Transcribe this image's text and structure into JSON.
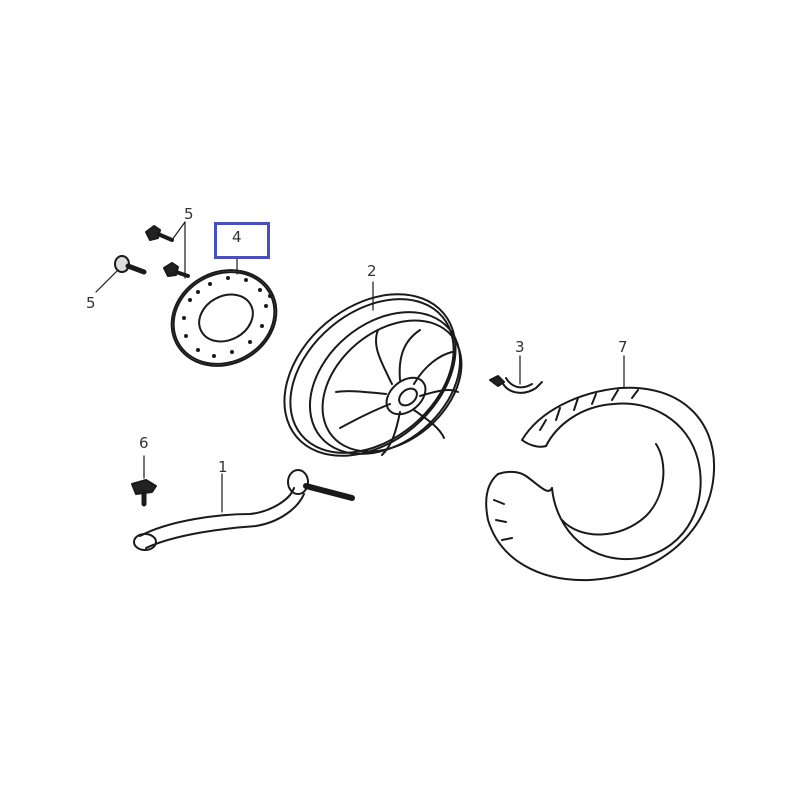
{
  "diagram": {
    "type": "exploded-parts-diagram",
    "subject": "rear wheel assembly",
    "highlight_color": "#4a4fbf",
    "line_color": "#1a1a1a",
    "highlighted_part": "4",
    "callouts": [
      {
        "id": "c1",
        "text": "1",
        "part": "swing-arm / axle lever"
      },
      {
        "id": "c2",
        "text": "2",
        "part": "wheel rim"
      },
      {
        "id": "c3",
        "text": "3",
        "part": "valve / clip"
      },
      {
        "id": "c4",
        "text": "4",
        "part": "brake disc"
      },
      {
        "id": "c5a",
        "text": "5",
        "part": "disc bolt"
      },
      {
        "id": "c5b",
        "text": "5",
        "part": "disc bolt"
      },
      {
        "id": "c6",
        "text": "6",
        "part": "flange bolt"
      },
      {
        "id": "c7",
        "text": "7",
        "part": "tire"
      }
    ]
  }
}
